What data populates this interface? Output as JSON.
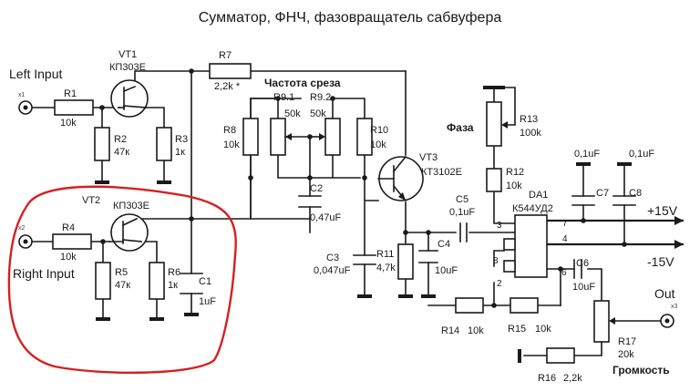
{
  "title": "Сумматор, ФНЧ, фазовращатель сабвуфера",
  "inputs": {
    "left": {
      "label": "Left Input",
      "connector": "x1"
    },
    "right": {
      "label": "Right Input",
      "connector": "x2"
    }
  },
  "output": {
    "label": "Out",
    "connector": "x3"
  },
  "section_labels": {
    "cutoff": "Частота среза",
    "phase": "Фаза",
    "volume": "Громкость"
  },
  "rails": {
    "positive": "+15V",
    "negative": "-15V"
  },
  "chip": {
    "ref": "DA1",
    "part": "К544УД2",
    "pins": {
      "p2": "2",
      "p3": "3",
      "p4": "4",
      "p6": "6",
      "p7": "7",
      "p8": "8"
    }
  },
  "transistors": {
    "vt1": {
      "ref": "VT1",
      "part": "КП303Е"
    },
    "vt2": {
      "ref": "VT2",
      "part": "КП303Е"
    },
    "vt3": {
      "ref": "VT3",
      "part": "КТ3102Е"
    }
  },
  "resistors": {
    "r1": {
      "ref": "R1",
      "value": "10k"
    },
    "r2": {
      "ref": "R2",
      "value": "47к"
    },
    "r3": {
      "ref": "R3",
      "value": "1к"
    },
    "r4": {
      "ref": "R4",
      "value": "10k"
    },
    "r5": {
      "ref": "R5",
      "value": "47к"
    },
    "r6": {
      "ref": "R6",
      "value": "1к"
    },
    "r7": {
      "ref": "R7",
      "value": "2,2k *"
    },
    "r8": {
      "ref": "R8",
      "value": "10k"
    },
    "r91": {
      "ref": "R9.1",
      "value": "50k"
    },
    "r92": {
      "ref": "R9.2",
      "value": "50k"
    },
    "r10": {
      "ref": "R10",
      "value": "10k"
    },
    "r11": {
      "ref": "R11",
      "value": "4,7k"
    },
    "r12": {
      "ref": "R12",
      "value": "10k"
    },
    "r13": {
      "ref": "R13",
      "value": "100k"
    },
    "r14": {
      "ref": "R14",
      "value": "10k"
    },
    "r15": {
      "ref": "R15",
      "value": "10k"
    },
    "r16": {
      "ref": "R16",
      "value": "2,2k"
    },
    "r17": {
      "ref": "R17",
      "value": "20k"
    }
  },
  "capacitors": {
    "c1": {
      "ref": "C1",
      "value": "1uF"
    },
    "c2": {
      "ref": "C2",
      "value": "0,47uF"
    },
    "c3": {
      "ref": "C3",
      "value": "0,047uF"
    },
    "c4": {
      "ref": "C4",
      "value": "10uF"
    },
    "c5": {
      "ref": "C5",
      "value": "0,1uF"
    },
    "c6": {
      "ref": "C6",
      "value": "10uF"
    },
    "c7": {
      "ref": "C7",
      "value": "0,1uF"
    },
    "c8": {
      "ref": "C8",
      "value": "0,1uF"
    }
  },
  "colors": {
    "wire": "#1a1a1a",
    "highlight": "#d42020",
    "background": "#ffffff"
  }
}
